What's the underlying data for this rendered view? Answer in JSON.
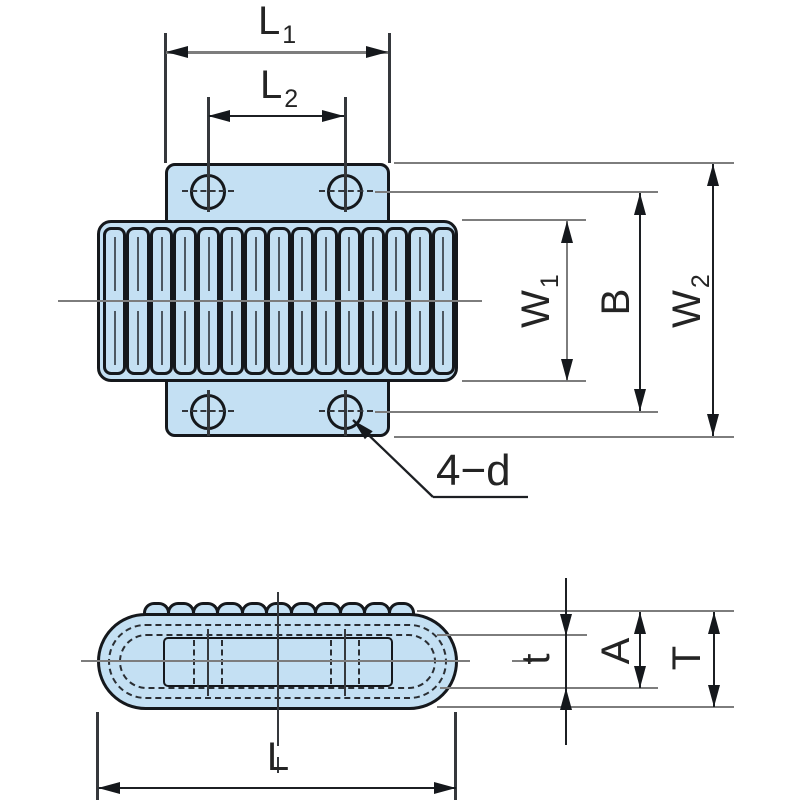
{
  "drawing_type": "engineering dimension drawing, two orthographic views of a ribbed rubber pad with mounting plate and 4 holes",
  "labels": {
    "l1": {
      "base": "L",
      "sub": "1"
    },
    "l2": {
      "base": "L",
      "sub": "2"
    },
    "w1": {
      "base": "W",
      "sub": "1"
    },
    "b": {
      "base": "B",
      "sub": ""
    },
    "w2": {
      "base": "W",
      "sub": "2"
    },
    "holes_note": "4−d",
    "t": "t",
    "a": "A",
    "big_t": "T",
    "l": "L"
  },
  "geometry": {
    "rib_count": 15,
    "scallop_count": 11
  },
  "colors": {
    "fill": "#c4e0f3",
    "line": "#15181c",
    "dim": "#7d7d7d",
    "text": "#242424"
  }
}
